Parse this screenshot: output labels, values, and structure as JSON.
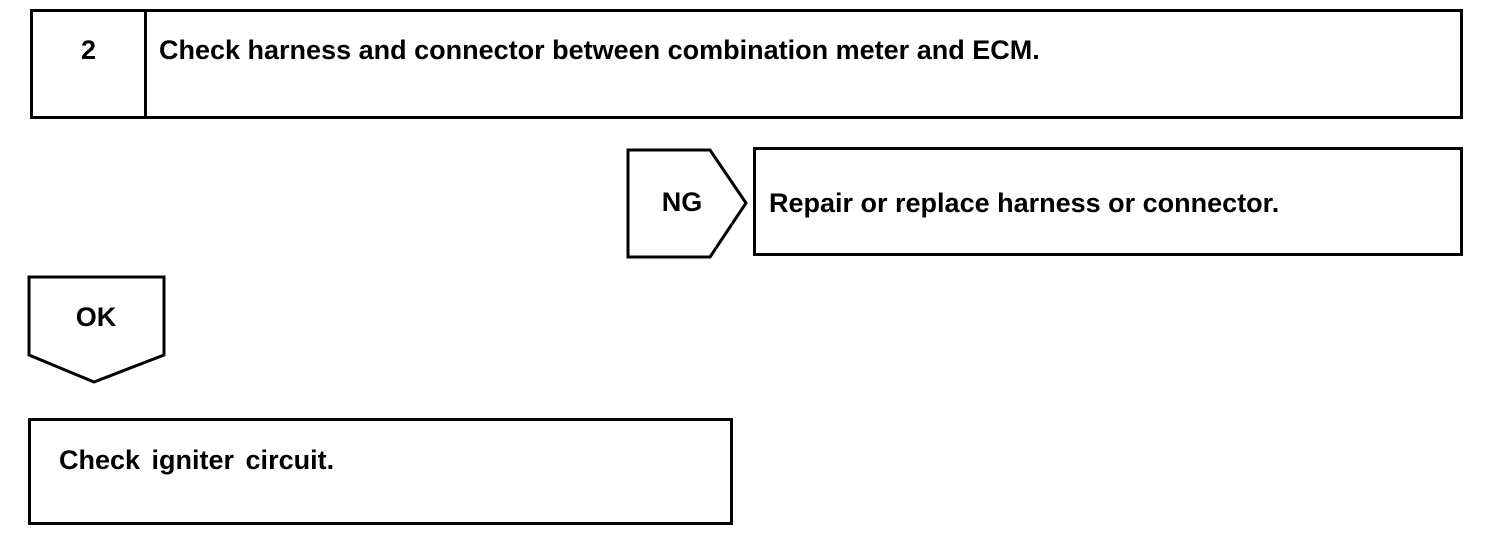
{
  "step": {
    "number": "2",
    "title": "Check harness and connector between combination meter and ECM."
  },
  "ng_branch": {
    "label": "NG",
    "action": "Repair or replace harness or connector."
  },
  "ok_branch": {
    "label": "OK",
    "next_action": "Check igniter circuit."
  }
}
